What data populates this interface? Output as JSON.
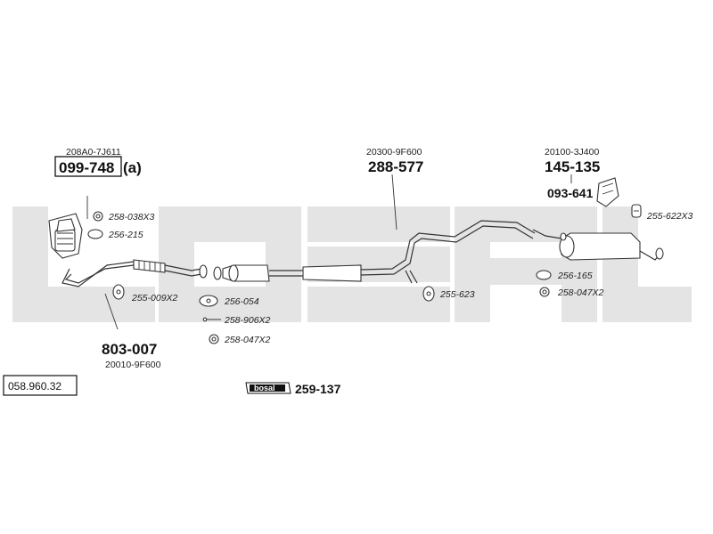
{
  "reference_number": "058.960.32",
  "catalytic_converter": {
    "oem": "208A0-7J611",
    "part": "099-748",
    "suffix": "(a)"
  },
  "front_pipe": {
    "oem": "20010-9F600",
    "part": "803-007"
  },
  "center_pipe": {
    "oem": "20300-9F600",
    "part": "288-577"
  },
  "rear_muffler": {
    "oem": "20100-3J400",
    "part": "145-135"
  },
  "rear_bracket": {
    "part": "093-641"
  },
  "small_parts": {
    "p1": "258-038X3",
    "p2": "256-215",
    "p3": "255-009X2",
    "p4": "256-054",
    "p5": "258-906X2",
    "p6": "258-047X2",
    "p7": "255-623",
    "p8": "256-165",
    "p9": "258-047X2",
    "p10": "255-622X3"
  },
  "kit": {
    "logo": "bosal",
    "part": "259-137"
  }
}
